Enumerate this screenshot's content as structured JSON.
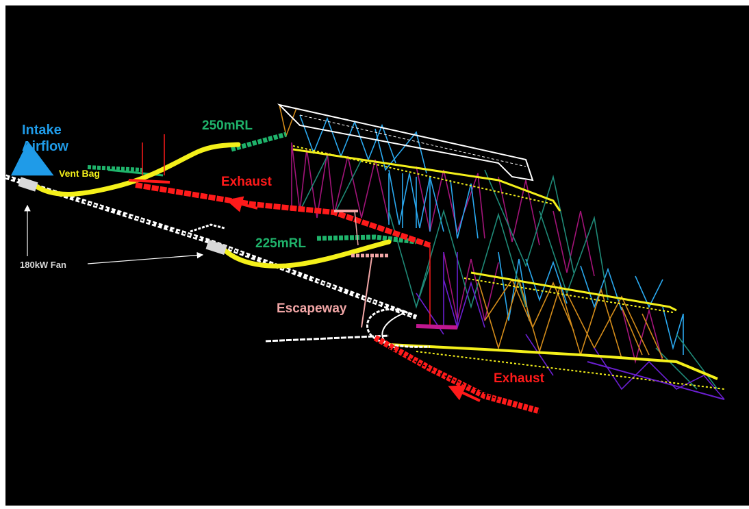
{
  "labels": {
    "intake_airflow": "Intake\nAirflow",
    "vent_bag": "Vent Bag",
    "level_250": "250mRL",
    "level_225": "225mRL",
    "exhaust_upper": "Exhaust",
    "exhaust_lower": "Exhaust",
    "fan": "180kW Fan",
    "escapeway": "Escapeway"
  },
  "colors": {
    "background": "#000000",
    "intake": "#1f9be8",
    "vent_bag": "#f4f01a",
    "level": "#1fb36b",
    "exhaust": "#ff1a1a",
    "fan": "#d8d8d8",
    "escapeway": "#f2a6a6",
    "decline": "#ffffff",
    "stope_magenta": "#c0178f",
    "stope_blue": "#2aa9f0",
    "stope_teal": "#1f8a78",
    "stope_orange": "#d48c1a",
    "stope_purple": "#6a1fd0"
  }
}
